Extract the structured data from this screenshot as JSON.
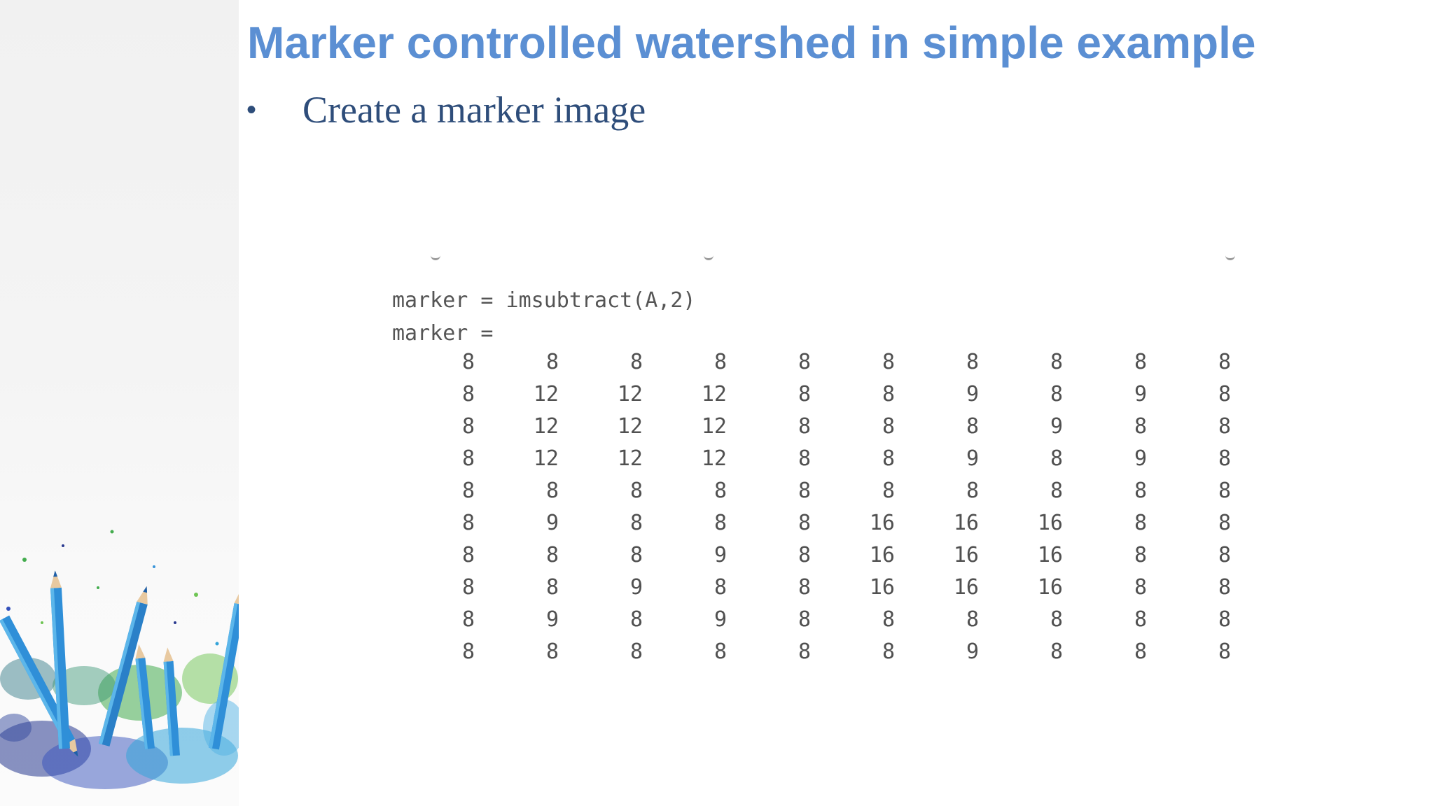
{
  "slide": {
    "title": "Marker controlled watershed in simple example",
    "bullets": [
      {
        "marker": "•",
        "text": "Create a marker image"
      }
    ]
  },
  "console": {
    "command": "marker = imsubtract(A,2)",
    "output_label": "marker =",
    "matrix": [
      [
        "8",
        "8",
        "8",
        "8",
        "8",
        "8",
        "8",
        "8",
        "8",
        "8"
      ],
      [
        "8",
        "12",
        "12",
        "12",
        "8",
        "8",
        "9",
        "8",
        "9",
        "8"
      ],
      [
        "8",
        "12",
        "12",
        "12",
        "8",
        "8",
        "8",
        "9",
        "8",
        "8"
      ],
      [
        "8",
        "12",
        "12",
        "12",
        "8",
        "8",
        "9",
        "8",
        "9",
        "8"
      ],
      [
        "8",
        "8",
        "8",
        "8",
        "8",
        "8",
        "8",
        "8",
        "8",
        "8"
      ],
      [
        "8",
        "9",
        "8",
        "8",
        "8",
        "16",
        "16",
        "16",
        "8",
        "8"
      ],
      [
        "8",
        "8",
        "8",
        "9",
        "8",
        "16",
        "16",
        "16",
        "8",
        "8"
      ],
      [
        "8",
        "8",
        "9",
        "8",
        "8",
        "16",
        "16",
        "16",
        "8",
        "8"
      ],
      [
        "8",
        "9",
        "8",
        "9",
        "8",
        "8",
        "8",
        "8",
        "8",
        "8"
      ],
      [
        "8",
        "8",
        "8",
        "8",
        "8",
        "8",
        "9",
        "8",
        "8",
        "8"
      ]
    ]
  },
  "decoration": {
    "image": "colored-pencils-with-shavings",
    "colors": {
      "pencil_blue": "#2f8fd8",
      "pencil_light": "#5cb6ea",
      "shaving_green": "#3aa845",
      "shaving_dark": "#1e2f8a"
    }
  }
}
